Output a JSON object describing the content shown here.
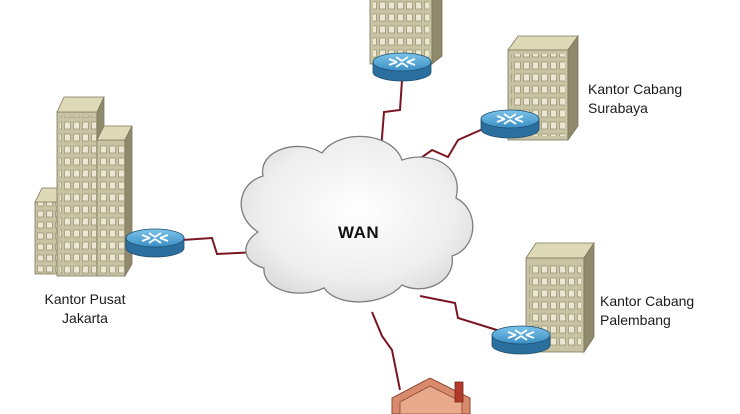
{
  "diagram": {
    "cloud_label": "WAN",
    "sites": {
      "hq": {
        "line1": "Kantor Pusat",
        "line2": "Jakarta"
      },
      "surabaya": {
        "line1": "Kantor Cabang",
        "line2": "Surabaya"
      },
      "palembang": {
        "line1": "Kantor Cabang",
        "line2": "Palembang"
      }
    },
    "colors": {
      "building": "#c8c3a2",
      "building_side": "#8f8a6c",
      "window": "#e8e4cc",
      "router": "#3d8fc6",
      "link": "#7a1522",
      "cloud_fill": "#ececec",
      "house_roof": "#d98a6c"
    }
  }
}
